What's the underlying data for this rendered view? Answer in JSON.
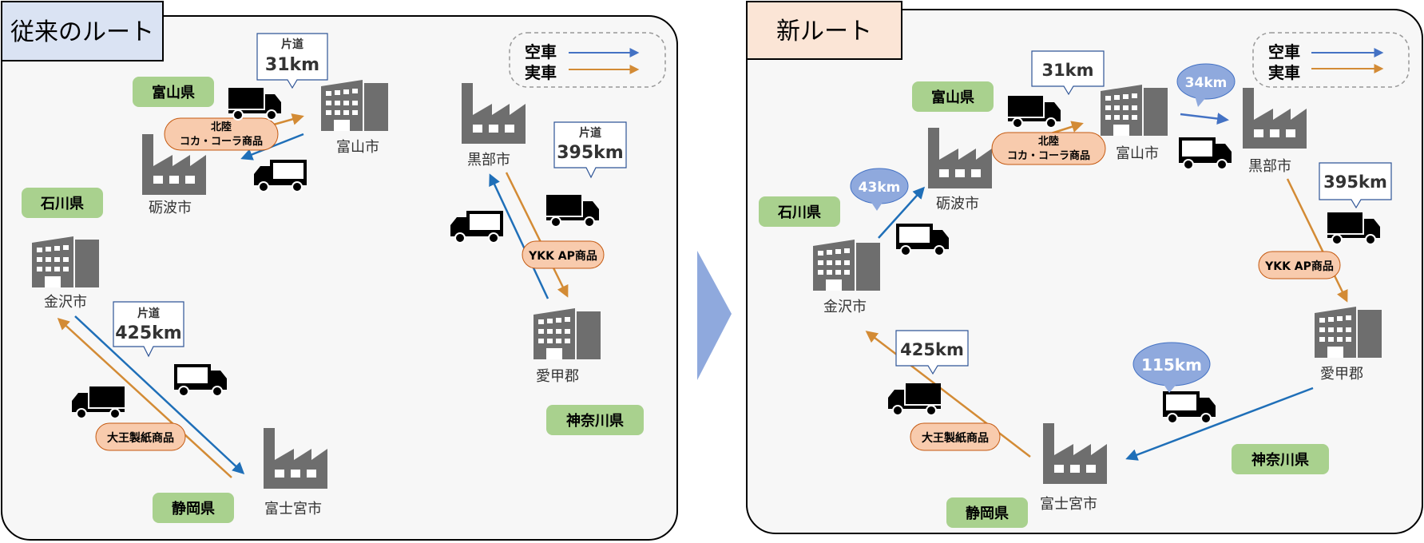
{
  "legend": {
    "empty": "空車",
    "loaded": "実車"
  },
  "colors": {
    "empty": "#1f6fb8",
    "loaded": "#d38b35",
    "bubble": "#8fa9dd",
    "chevron": "#8fa9dd"
  },
  "old": {
    "title": "従来のルート",
    "prefs": {
      "toyama": "富山県",
      "ishikawa": "石川県",
      "shizuoka": "静岡県",
      "kanagawa": "神奈川県"
    },
    "cities": {
      "toyama": "富山市",
      "tonami": "砺波市",
      "kanazawa": "金沢市",
      "fujinomiya": "富士宮市",
      "kurobe": "黒部市",
      "aiko": "愛甲郡"
    },
    "products": {
      "hokuriku_1": "北陸",
      "hokuriku_2": "コカ・コーラ商品",
      "ykk": "YKK AP商品",
      "daio": "大王製紙商品"
    },
    "dist": {
      "toyama": {
        "oneway": "片道",
        "km": "31km"
      },
      "kanagawa": {
        "oneway": "片道",
        "km": "395km"
      },
      "shizuoka": {
        "oneway": "片道",
        "km": "425km"
      }
    }
  },
  "new": {
    "title": "新ルート",
    "prefs": {
      "toyama": "富山県",
      "ishikawa": "石川県",
      "shizuoka": "静岡県",
      "kanagawa": "神奈川県"
    },
    "cities": {
      "toyama": "富山市",
      "tonami": "砺波市",
      "kanazawa": "金沢市",
      "fujinomiya": "富士宮市",
      "kurobe": "黒部市",
      "aiko": "愛甲郡"
    },
    "products": {
      "hokuriku_1": "北陸",
      "hokuriku_2": "コカ・コーラ商品",
      "ykk": "YKK AP商品",
      "daio": "大王製紙商品"
    },
    "dist": {
      "toyama": "31km",
      "kanagawa": "395km",
      "shizuoka": "425km"
    },
    "empty_dist": {
      "kurobe": "34km",
      "tonami": "43km",
      "fuji": "115km"
    }
  }
}
